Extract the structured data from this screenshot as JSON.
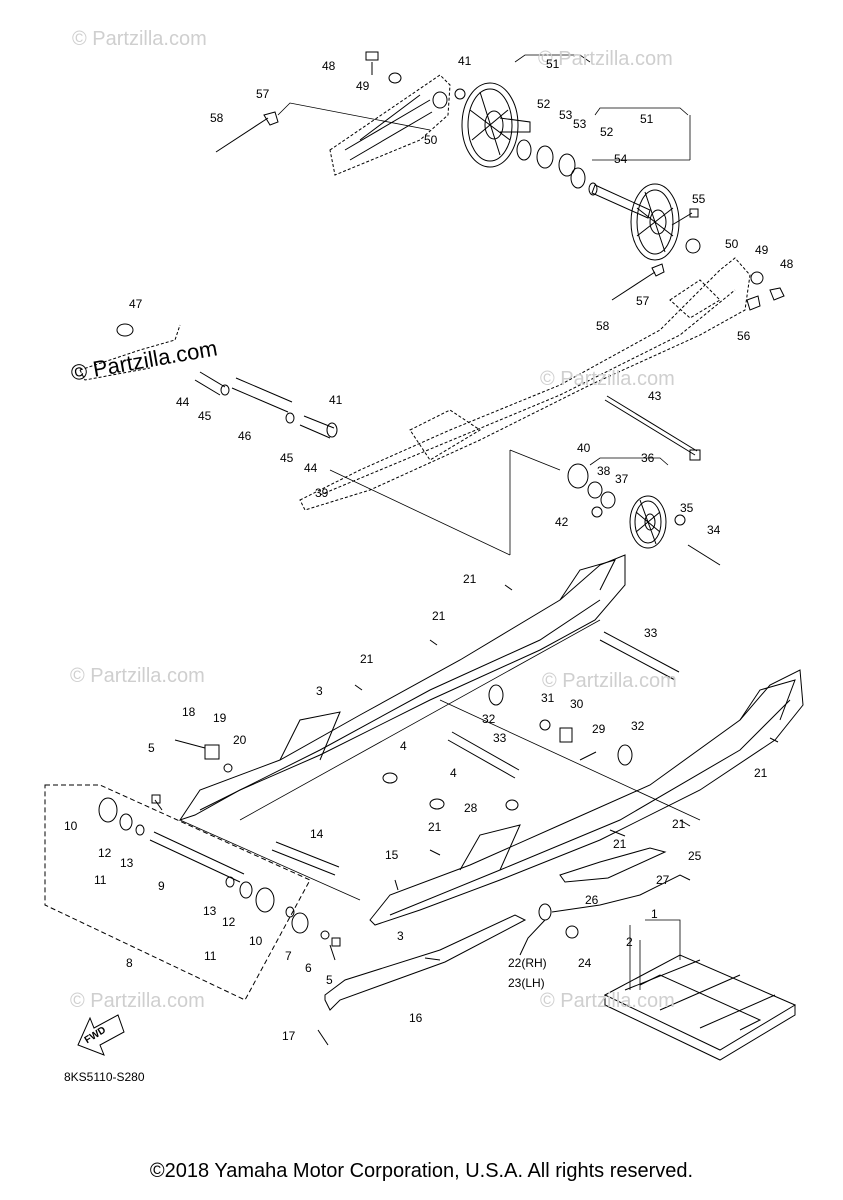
{
  "watermark": "© Partzilla.com",
  "watermark_bold": "© Partzilla.com",
  "fwd_label": "FWD",
  "diagram_code": "8KS5110-S280",
  "copyright": "©2018 Yamaha Motor Corporation, U.S.A. All rights reserved.",
  "callouts": [
    "1",
    "2",
    "3",
    "3",
    "4",
    "4",
    "5",
    "5",
    "6",
    "7",
    "8",
    "9",
    "10",
    "10",
    "11",
    "11",
    "12",
    "12",
    "13",
    "13",
    "14",
    "15",
    "16",
    "17",
    "18",
    "19",
    "20",
    "21",
    "21",
    "21",
    "21",
    "21",
    "21",
    "21",
    "22(RH)",
    "23(LH)",
    "24",
    "25",
    "26",
    "27",
    "28",
    "29",
    "30",
    "31",
    "32",
    "32",
    "33",
    "33",
    "34",
    "35",
    "36",
    "37",
    "38",
    "39",
    "40",
    "41",
    "41",
    "42",
    "43",
    "44",
    "44",
    "45",
    "45",
    "46",
    "47",
    "48",
    "48",
    "49",
    "49",
    "50",
    "50",
    "51",
    "51",
    "52",
    "52",
    "53",
    "53",
    "54",
    "55",
    "56",
    "57",
    "57",
    "58",
    "58"
  ]
}
